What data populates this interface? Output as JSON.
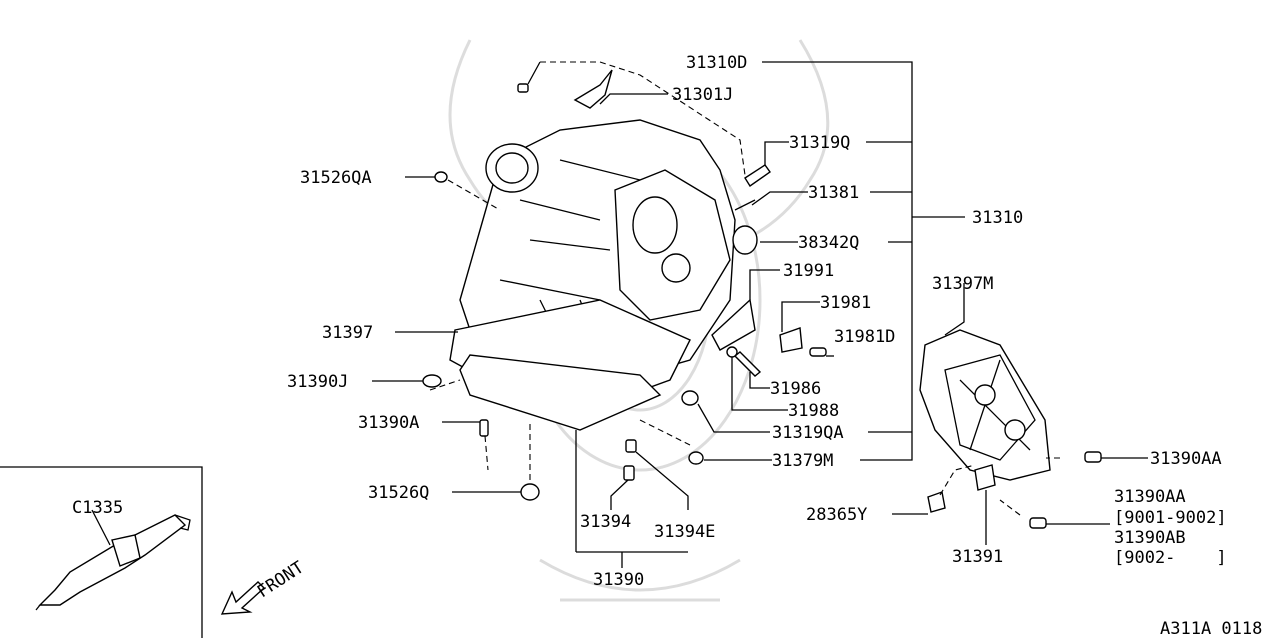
{
  "diagram": {
    "callouts": {
      "p31310D": "31310D",
      "p31301J": "31301J",
      "p31319Q": "31319Q",
      "p31526QA": "31526QA",
      "p31381": "31381",
      "p31310": "31310",
      "p38342Q": "38342Q",
      "p31991": "31991",
      "p31397M": "31397M",
      "p31981": "31981",
      "p31397": "31397",
      "p31981D": "31981D",
      "p31390J": "31390J",
      "p31986": "31986",
      "p31988": "31988",
      "p31390A": "31390A",
      "p31319QA": "31319QA",
      "p31379M": "31379M",
      "p31390AA": "31390AA",
      "p31526Q": "31526Q",
      "p28365Y": "28365Y",
      "p31390AA_b": "31390AA",
      "p9001_9002": "[9001-9002]",
      "p31390AB": "31390AB",
      "p9002": "[9002-    ]",
      "p31394": "31394",
      "p31394E": "31394E",
      "p31391": "31391",
      "p31390": "31390",
      "pC1335": "C1335"
    },
    "front_label": "FRONT",
    "figure_code": "A311A 0118"
  }
}
